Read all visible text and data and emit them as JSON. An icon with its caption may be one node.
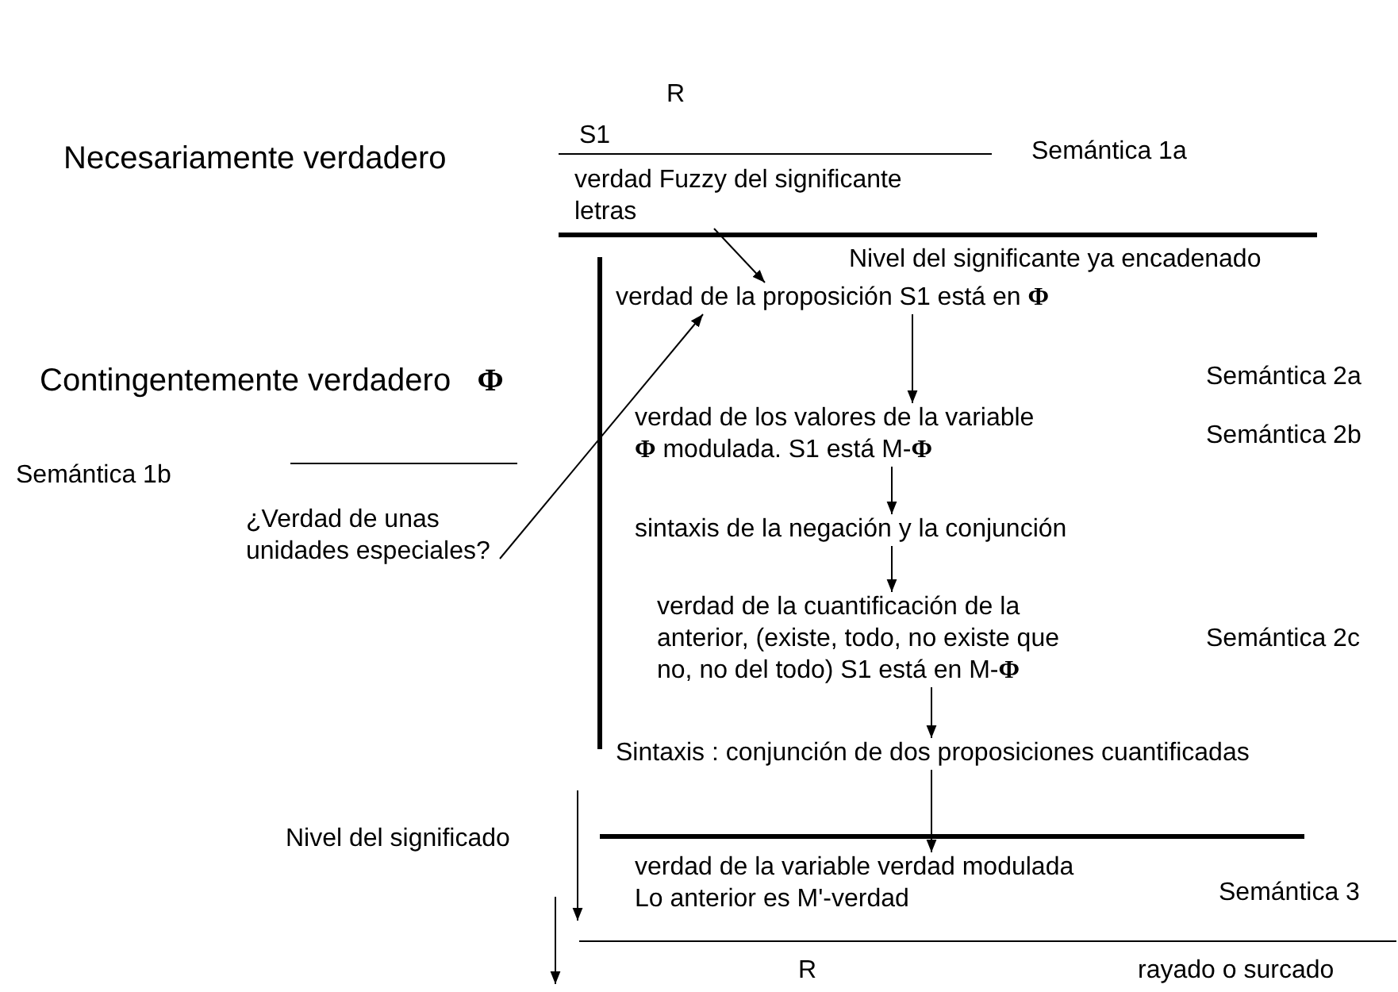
{
  "diagram": {
    "nodes": [
      {
        "text": [
          "verdad Fuzzy del significante letras"
        ]
      },
      {
        "text": [
          "verdad de la proposición S1 está en **Φ**"
        ]
      },
      {
        "text": [
          "verdad de los valores de la variable **Φ** modulada. S1 está M-**Φ**"
        ]
      },
      {
        "text": [
          "sintaxis de la negación y la conjunción"
        ]
      },
      {
        "text": [
          "verdad de la cuantificación de la anterior, (existe, todo, no existe que no, no del todo) S1 está en M-**Φ**"
        ]
      },
      {
        "text": [
          "Sintaxis : conjunción de dos proposiciones cuantificadas"
        ]
      },
      {
        "text": [
          "¿Verdad de unas unidades especiales?"
        ]
      },
      {
        "text": [
          "verdad de la variable verdad modulada Lo anterior es M'-verdad"
        ]
      }
    ],
    "edges": [
      {
        "from": 0,
        "to": 1,
        "arrow": "to"
      },
      {
        "from": 1,
        "to": 2,
        "arrow": "to"
      },
      {
        "from": 2,
        "to": 3,
        "arrow": "to"
      },
      {
        "from": 3,
        "to": 4,
        "arrow": "to"
      },
      {
        "from": 4,
        "to": 5,
        "arrow": "to"
      },
      {
        "from": 5,
        "to": 7,
        "arrow": "to"
      },
      {
        "from": 6,
        "to": 1,
        "arrow": "to"
      }
    ],
    "labels": [
      "R",
      "Necesariamente verdadero",
      "S1",
      "Semántica 1a",
      "Nivel del significante ya encadenado",
      "Contingentemente verdadero   **Φ**",
      "Semántica 2a",
      "Semántica 2b",
      "Semántica 1b",
      "Semántica 2c",
      "Nivel del significado",
      "Semántica 3",
      "R",
      "rayado o surcado"
    ]
  }
}
